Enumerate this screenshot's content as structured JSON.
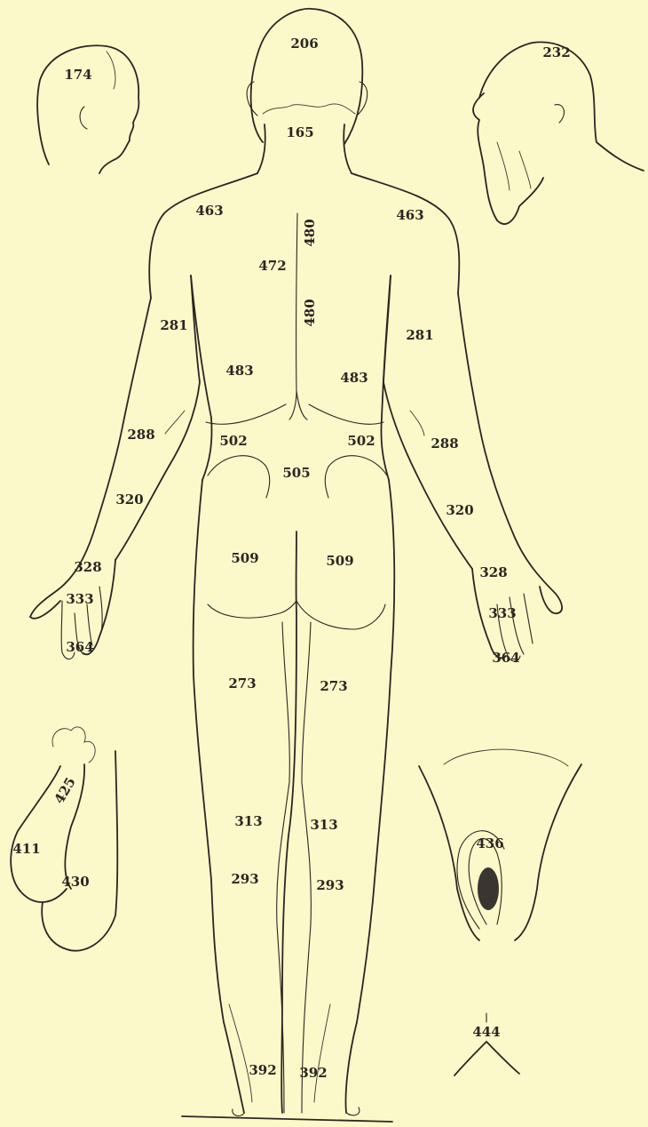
{
  "figure": {
    "labels": {
      "head": "206",
      "neck": "165",
      "child_head": "174",
      "old_man_head": "232",
      "shoulder_left": "463",
      "shoulder_right": "463",
      "spine_upper": "480",
      "spine_lower": "480",
      "upper_back": "472",
      "upper_arm_left": "281",
      "upper_arm_right": "281",
      "lower_back_left": "483",
      "lower_back_right": "483",
      "elbow_left": "288",
      "elbow_right": "288",
      "loin_left": "502",
      "loin_right": "502",
      "sacrum": "505",
      "forearm_left": "320",
      "forearm_right": "320",
      "buttock_left": "509",
      "buttock_right": "509",
      "wrist_left": "328",
      "wrist_right": "328",
      "hand_left": "333",
      "hand_right": "333",
      "fingers_left": "364",
      "fingers_right": "364",
      "thigh_left": "273",
      "thigh_right": "273",
      "genital_upper": "425",
      "genital_left": "411",
      "genital_lower": "430",
      "knee_left": "313",
      "knee_right": "313",
      "female_genital": "436",
      "calf_left": "293",
      "calf_right": "293",
      "perineum": "444",
      "ankle_left": "392",
      "ankle_right": "392"
    }
  }
}
